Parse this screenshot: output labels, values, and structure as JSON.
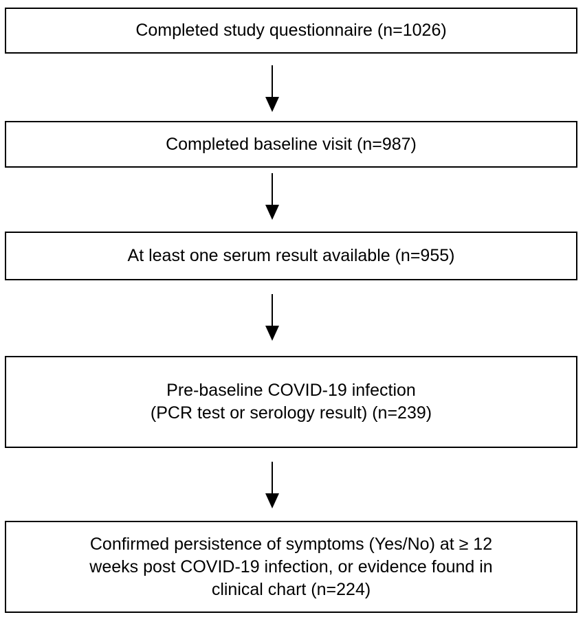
{
  "diagram": {
    "boxes": [
      {
        "lines": [
          "Completed study questionnaire (n=1026)"
        ]
      },
      {
        "lines": [
          "Completed baseline visit (n=987)"
        ]
      },
      {
        "lines": [
          "At least one serum result available (n=955)"
        ]
      },
      {
        "lines": [
          "Pre-baseline COVID-19 infection",
          "(PCR test or serology result) (n=239)"
        ]
      },
      {
        "lines": [
          "Confirmed persistence of symptoms (Yes/No) at ≥ 12",
          "weeks post COVID-19 infection, or evidence found in",
          "clinical chart (n=224)"
        ]
      }
    ],
    "colors": {
      "border": "#000000",
      "background": "#ffffff",
      "text": "#000000"
    }
  }
}
